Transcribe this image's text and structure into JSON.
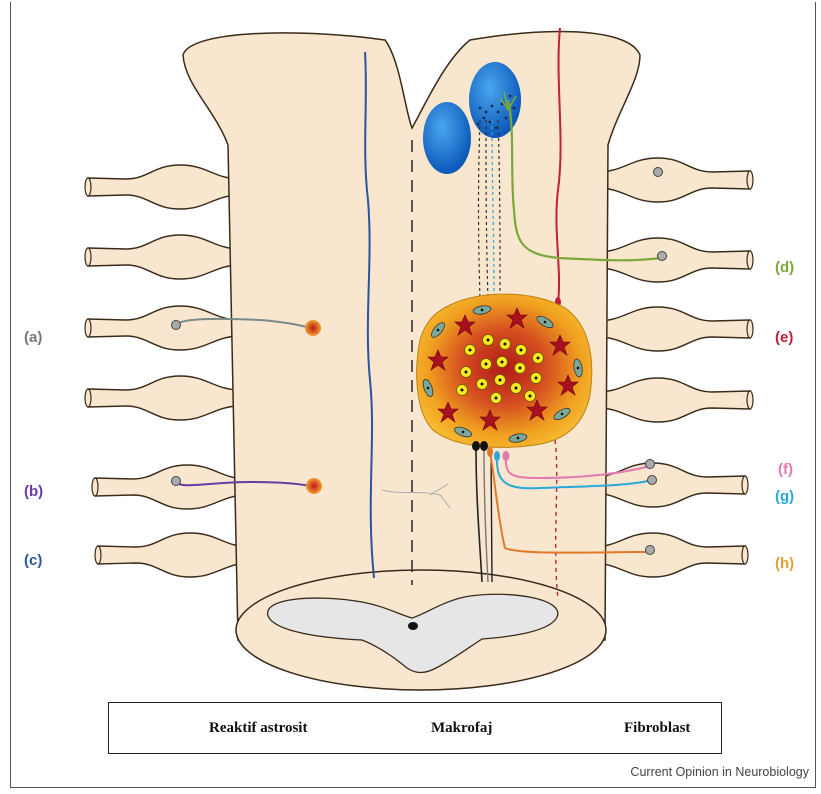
{
  "labels": {
    "a": "(a)",
    "b": "(b)",
    "c": "(c)",
    "d": "(d)",
    "e": "(e)",
    "f": "(f)",
    "g": "(g)",
    "h": "(h)"
  },
  "legend": {
    "astrocyte": "Reaktif astrosit",
    "macrophage": "Makrofaj",
    "fibroblast": "Fibroblast"
  },
  "credit": "Current Opinion in Neurobiology",
  "colors": {
    "cord": "#f8e6cf",
    "outline": "#3a2a1a",
    "blue_axon": "#2a55a0",
    "red_axon": "#c0203a",
    "green_axon": "#7aa83a",
    "purple_axon": "#6a3aa0",
    "pink_axon": "#e07ab0",
    "cyan_axon": "#2aa8d8",
    "orange_axon": "#e07a2a",
    "grey_axon": "#7a8a88",
    "nucleus": "#1a6fc8"
  }
}
